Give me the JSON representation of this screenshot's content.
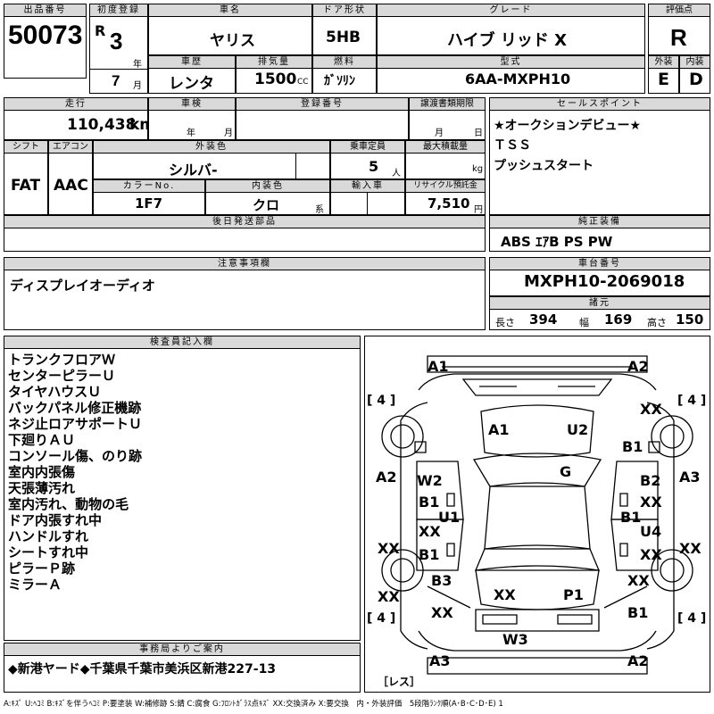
{
  "header": {
    "lot_label": "出品番号",
    "lot_value": "50073",
    "first_reg_label": "初度登録",
    "era": "R",
    "year_num": "3",
    "year_unit": "年",
    "month_num": "7",
    "month_unit": "月",
    "car_name_label": "車名",
    "car_name": "ヤリス",
    "door_label": "ドア形状",
    "door": "5HB",
    "grade_label": "グレード",
    "grade": "ハイブ リッド X",
    "score_label": "評価点",
    "score": "R",
    "history_label": "車歴",
    "history": "レンタ",
    "displacement_label": "排気量",
    "displacement": "1500",
    "cc": "CC",
    "fuel_label": "燃料",
    "fuel": "ｶﾞｿﾘﾝ",
    "model_label": "型式",
    "model": "6AA-MXPH10",
    "ext_label": "外装",
    "ext": "E",
    "int_label": "内装",
    "int": "D"
  },
  "row2": {
    "mileage_label": "走行",
    "mileage": "110,438",
    "km": "km",
    "inspection_label": "車検",
    "year": "年",
    "month": "月",
    "reg_no_label": "登録番号",
    "transfer_label": "譲渡書類期限",
    "transfer_month": "月",
    "transfer_day": "日",
    "shift_label": "シフト",
    "shift": "FAT",
    "ac_label": "エアコン",
    "ac": "AAC",
    "ext_color_label": "外装色",
    "ext_color": "シルバ-",
    "seats_label": "乗車定員",
    "seats": "5",
    "seats_unit": "人",
    "load_label": "最大積載量",
    "load_unit": "kg",
    "color_no_label": "カラーNo.",
    "color_no": "1F7",
    "int_color_label": "内装色",
    "int_color": "クロ",
    "int_color_unit": "系",
    "import_label": "輸入車",
    "recycle_label": "リサイクル預託金",
    "recycle": "7,510",
    "yen": "円",
    "later_parts_label": "後日発送部品"
  },
  "sales": {
    "label": "セールスポイント",
    "lines": [
      "★オークションデビュー★",
      "ＴＳＳ",
      "プッシュスタート"
    ]
  },
  "equipment": {
    "label": "純正装備",
    "value": "ABS ｴｱB PS PW"
  },
  "notes": {
    "label": "注意事項欄",
    "value": "ディスプレイオーディオ"
  },
  "chassis": {
    "label": "車台番号",
    "value": "MXPH10-2069018"
  },
  "dims": {
    "label": "諸元",
    "length_label": "長さ",
    "length": "394",
    "width_label": "幅",
    "width": "169",
    "height_label": "高さ",
    "height": "150"
  },
  "inspector": {
    "label": "検査員記入欄",
    "lines": [
      "トランクフロアＷ",
      "センターピラーＵ",
      "タイヤハウスＵ",
      "バックパネル修正機跡",
      "ネジ止ロアサポートＵ",
      "下廻りＡＵ",
      "コンソール傷、のり跡",
      "室内内張傷",
      "天張薄汚れ",
      "室内汚れ、動物の毛",
      "ドア内張すれ中",
      "ハンドルすれ",
      "シートすれ中",
      "ピラーＰ跡",
      "ミラーＡ"
    ]
  },
  "diagram": {
    "tread_fl": "[ 4 ]",
    "tread_fr": "[ 4 ]",
    "tread_rl": "[ 4 ]",
    "tread_rr": "[ 4 ]",
    "spare": "［レス］",
    "marks": [
      "A1",
      "A2",
      "XX",
      "A1",
      "U2",
      "B1",
      "A2",
      "A3",
      "W2",
      "B1",
      "U1",
      "B2",
      "XX",
      "B1",
      "G",
      "XX",
      "B1",
      "U4",
      "XX",
      "XX",
      "XX",
      "XX",
      "B3",
      "XX",
      "XX",
      "P1",
      "XX",
      "B1",
      "W3",
      "A3",
      "A2"
    ]
  },
  "office": {
    "label": "事務局よりご案内",
    "value": "◆新港ヤード◆千葉県千葉市美浜区新港227-13"
  },
  "legend": "A:ｷｽﾞ U:ﾍｺﾐ B:ｷｽﾞを伴うﾍｺﾐ P:要塗装 W:補修跡 S:錆 C:腐食 G:ﾌﾛﾝﾄｶﾞﾗｽ点ｷｽﾞ XX:交換済み X:要交換　内・外装評価　5段階ﾗﾝｸ順(A･B･C･D･E) 1"
}
